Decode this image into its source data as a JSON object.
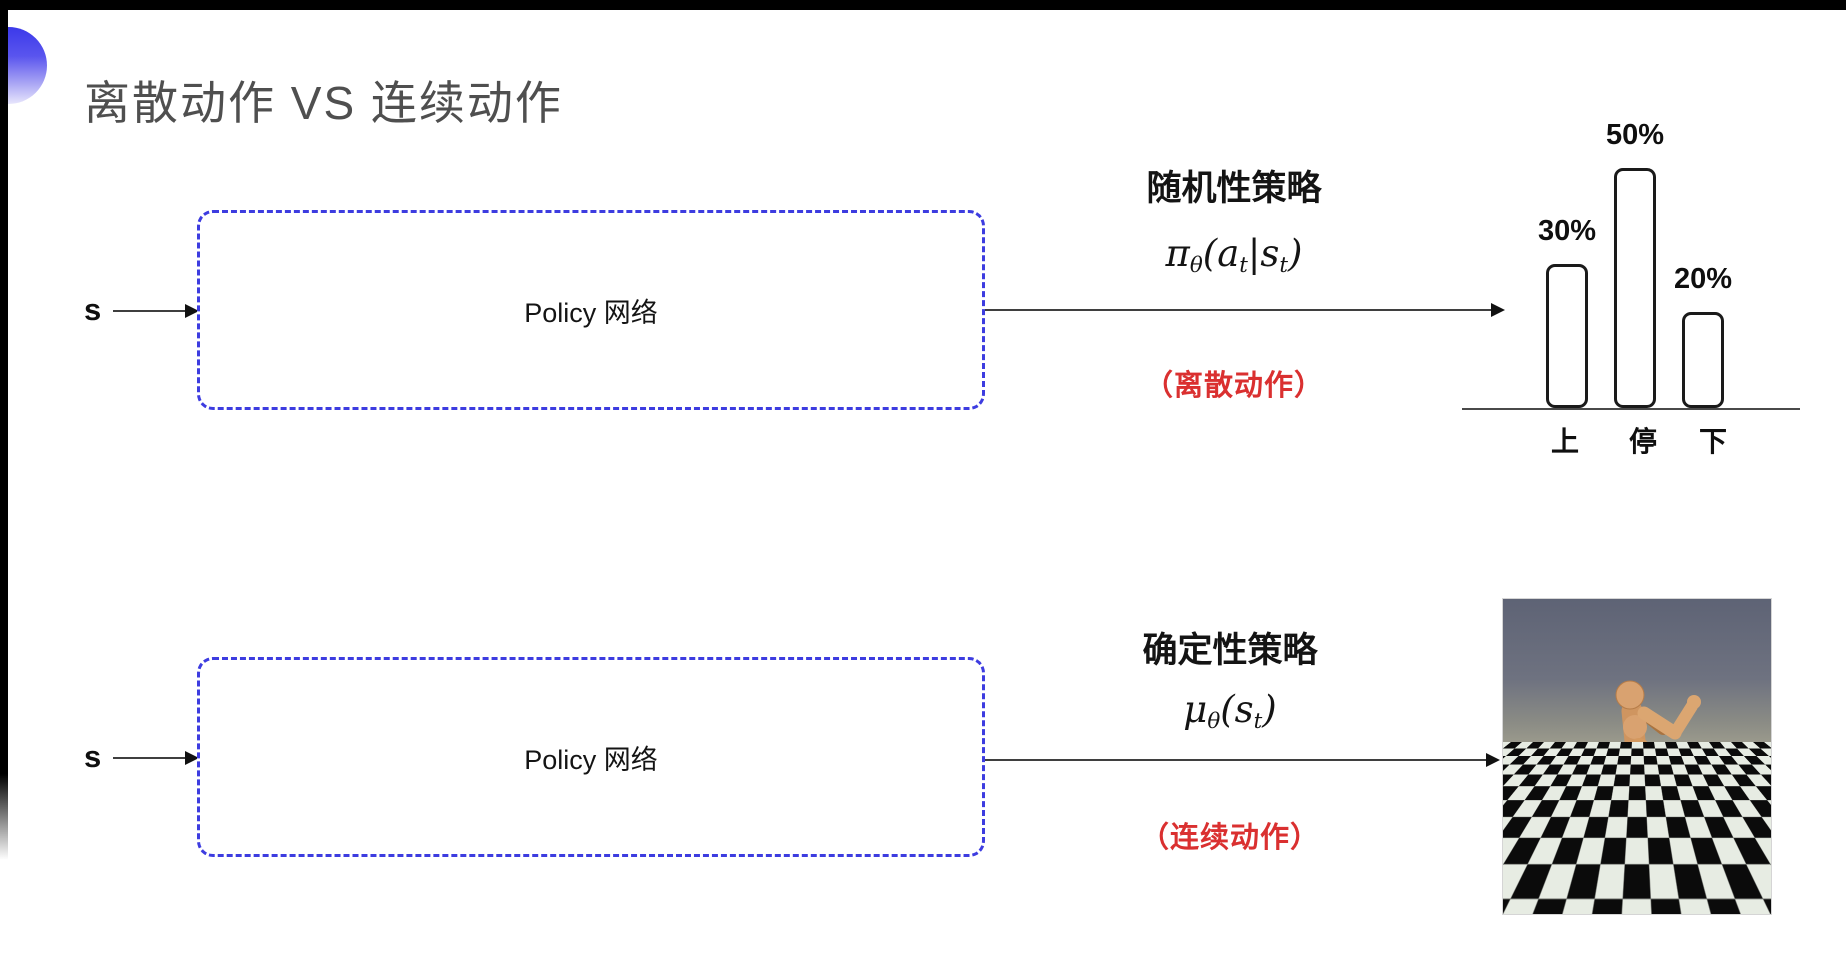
{
  "slide": {
    "title": "离散动作 VS 连续动作"
  },
  "top_flow": {
    "input_label": "s",
    "box_label": "Policy 网络",
    "policy_title": "随机性策略",
    "formula": {
      "p1": "π",
      "s1": "θ",
      "p2": "(a",
      "s2": "t",
      "p3": "|s",
      "s3": "t",
      "p4": ")"
    },
    "action_type": "（离散动作）"
  },
  "bottom_flow": {
    "input_label": "s",
    "box_label": "Policy 网络",
    "policy_title": "确定性策略",
    "formula": {
      "p1": "μ",
      "s1": "θ",
      "p2": "(s",
      "s2": "t",
      "p3": ")"
    },
    "action_type": "（连续动作）"
  },
  "chart_data": {
    "type": "bar",
    "categories": [
      "上",
      "停",
      "下"
    ],
    "values": [
      30,
      50,
      20
    ],
    "labels": [
      "30%",
      "50%",
      "20%"
    ],
    "title": "",
    "xlabel": "",
    "ylabel": "",
    "ylim": [
      0,
      50
    ],
    "grid": false,
    "legend": false,
    "bar_style": "white fill, black rounded outline"
  },
  "colors": {
    "accent_blue": "#3d3ce0",
    "title_gray": "#4f4f4f",
    "action_red": "#da3030",
    "line_dark": "#3f3f3f"
  }
}
